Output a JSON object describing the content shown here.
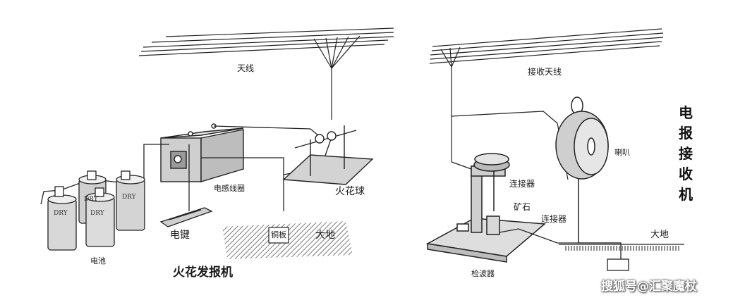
{
  "transmitter": {
    "title": "火花发报机",
    "labels": {
      "antenna": "天线",
      "induction_coil": "电感线圈",
      "spark_ball": "火花球",
      "key": "电键",
      "battery": "电池",
      "copper_plate": "铜板",
      "ground": "大地"
    },
    "battery_marks": [
      "DRY",
      "DRY",
      "DRY",
      "DRY"
    ]
  },
  "receiver": {
    "title_chars": [
      "电",
      "报",
      "接",
      "收",
      "机"
    ],
    "labels": {
      "antenna": "接收天线",
      "speaker": "喇叭",
      "connector_top": "连接器",
      "ore": "矿石",
      "connector_bottom": "连接器",
      "ground": "大地",
      "detector": "检波器"
    }
  },
  "watermark": "搜狐号@汇聚魔杖",
  "colors": {
    "ink": "#1a1a1a",
    "fill": "#dcdcdc",
    "background": "#ffffff"
  }
}
